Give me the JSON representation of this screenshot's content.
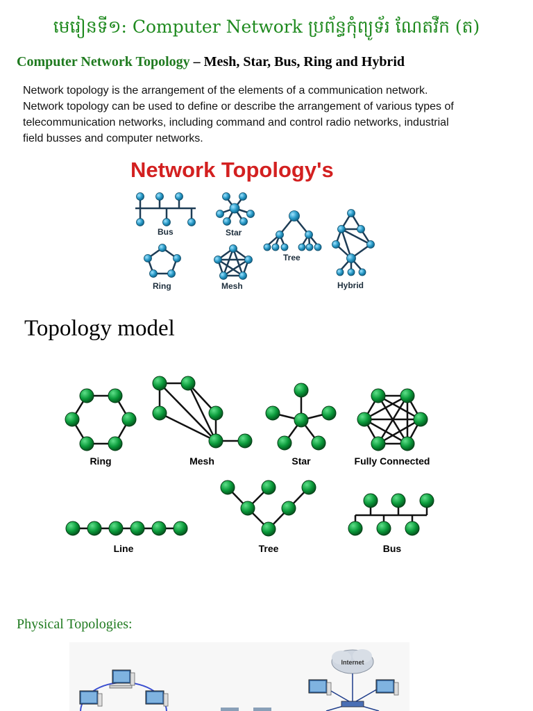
{
  "header": {
    "title": "មេរៀនទី១: Computer Network ប្រព័ន្ធកុំព្យូទ័រ ណែតវឺក (ត)",
    "subtitle_green": "Computer Network Topology",
    "subtitle_rest": " – Mesh, Star, Bus, Ring and Hybrid"
  },
  "intro": {
    "lines": [
      "Network topology is the arrangement of the elements of a communication network.",
      "Network topology can be used to define or describe the arrangement of various types of",
      "telecommunication networks, including command and control radio networks, industrial",
      "field busses and computer networks."
    ]
  },
  "figure1": {
    "title": "Network Topology's",
    "labels": {
      "bus": "Bus",
      "star": "Star",
      "tree": "Tree",
      "ring": "Ring",
      "mesh": "Mesh",
      "hybrid": "Hybrid"
    }
  },
  "model": {
    "heading": "Topology model",
    "labels": {
      "ring": "Ring",
      "mesh": "Mesh",
      "star": "Star",
      "full": "Fully Connected",
      "line": "Line",
      "tree": "Tree",
      "bus": "Bus"
    }
  },
  "physical": {
    "heading": "Physical Topologies:",
    "internet_label": "Internet"
  },
  "colors": {
    "green_text": "#1f7a1f",
    "red_title": "#d32020",
    "node_green": "#0a9a3a",
    "node_blue": "#2a9bc8"
  }
}
